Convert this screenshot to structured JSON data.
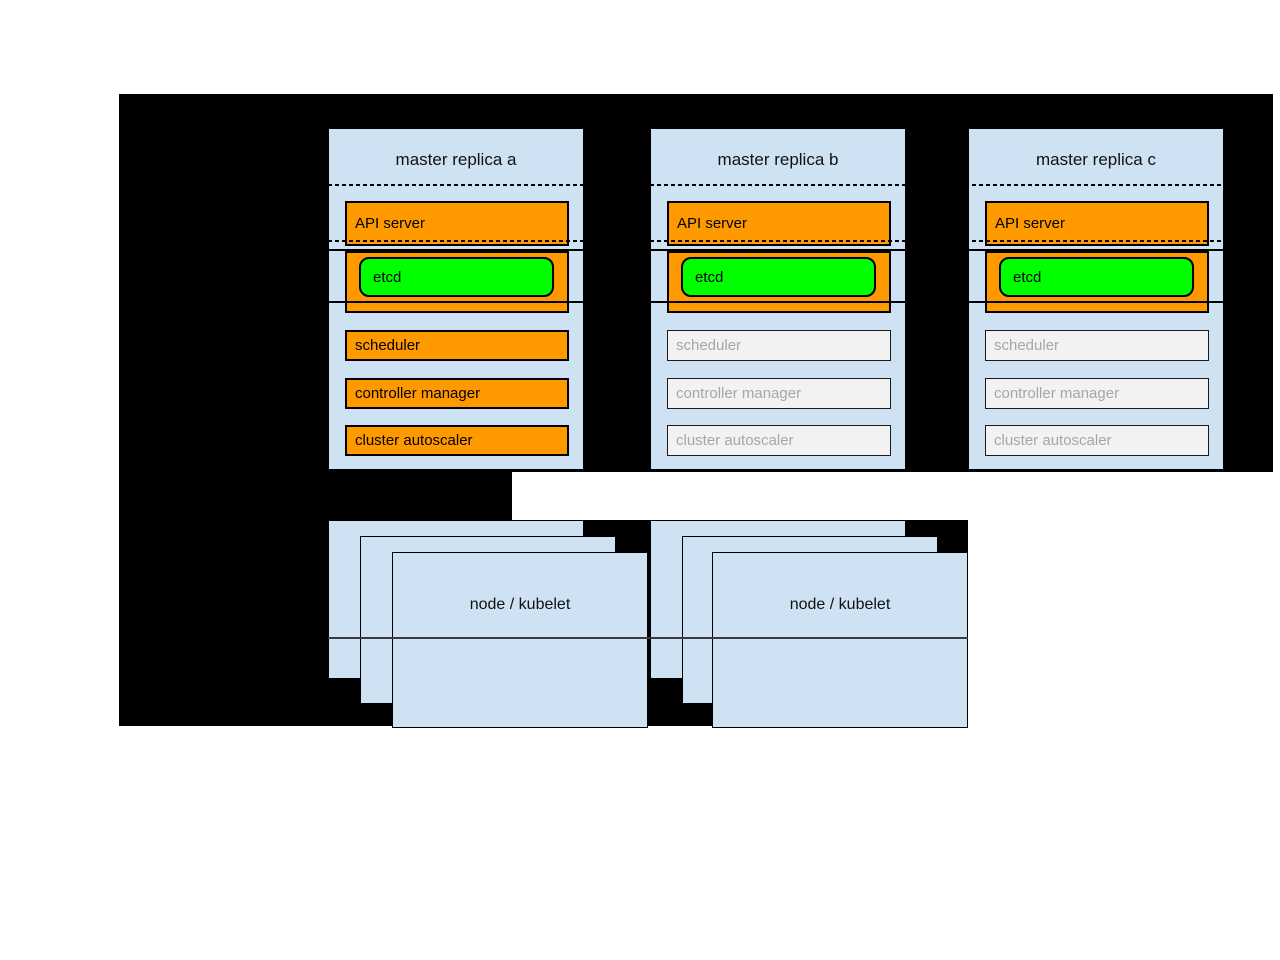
{
  "replicas": [
    {
      "title": "master replica a",
      "state": "active",
      "components": {
        "api_server": "API server",
        "etcd": "etcd",
        "scheduler": "scheduler",
        "controller_manager": "controller manager",
        "cluster_autoscaler": "cluster autoscaler"
      }
    },
    {
      "title": "master replica b",
      "state": "standby",
      "components": {
        "api_server": "API server",
        "etcd": "etcd",
        "scheduler": "scheduler",
        "controller_manager": "controller manager",
        "cluster_autoscaler": "cluster autoscaler"
      }
    },
    {
      "title": "master replica c",
      "state": "standby",
      "components": {
        "api_server": "API server",
        "etcd": "etcd",
        "scheduler": "scheduler",
        "controller_manager": "controller manager",
        "cluster_autoscaler": "cluster autoscaler"
      }
    }
  ],
  "nodes": [
    {
      "label": "node / kubelet"
    },
    {
      "label": "node / kubelet"
    }
  ],
  "colors": {
    "background_black": "#000000",
    "container_blue": "#cfe2f3",
    "active_orange": "#ff9900",
    "etcd_green": "#00ff00",
    "standby_gray_bg": "#f2f2f2",
    "standby_gray_text": "#a6a6a6"
  }
}
